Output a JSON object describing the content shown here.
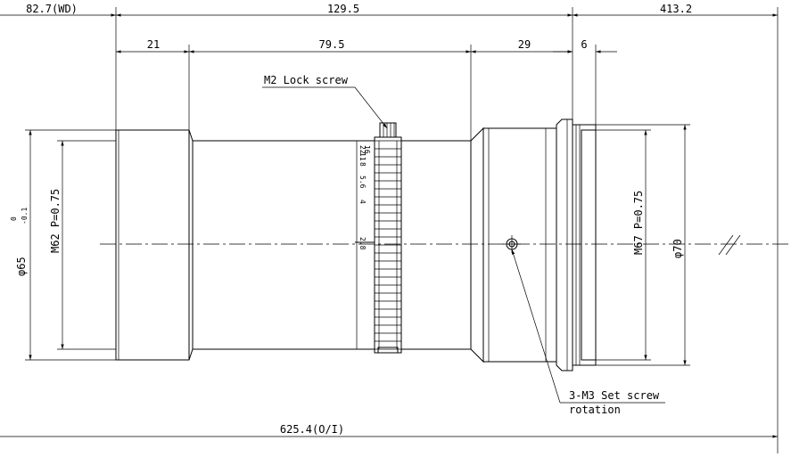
{
  "dimensions": {
    "wd": "82.7(WD)",
    "overall_body": "129.5",
    "image_side": "413.2",
    "front_section": "21",
    "middle_section": "79.5",
    "rear_section": "29",
    "mount_depth": "6",
    "oi_total": "625.4(O/I)"
  },
  "diameters": {
    "front_outer_main": "φ65",
    "front_outer_tol_upper": "0",
    "front_outer_tol_lower": "-0.1",
    "front_thread": "M62 P=0.75",
    "rear_thread": "M67 P=0.75",
    "rear_outer": "φ70"
  },
  "callouts": {
    "lock_screw": "M2 Lock screw",
    "set_screw_line1": "3-M3 Set screw",
    "set_screw_line2": "rotation"
  },
  "aperture_scale": [
    "22",
    "16",
    "11",
    "8",
    "5.6",
    "4",
    "2.8"
  ]
}
